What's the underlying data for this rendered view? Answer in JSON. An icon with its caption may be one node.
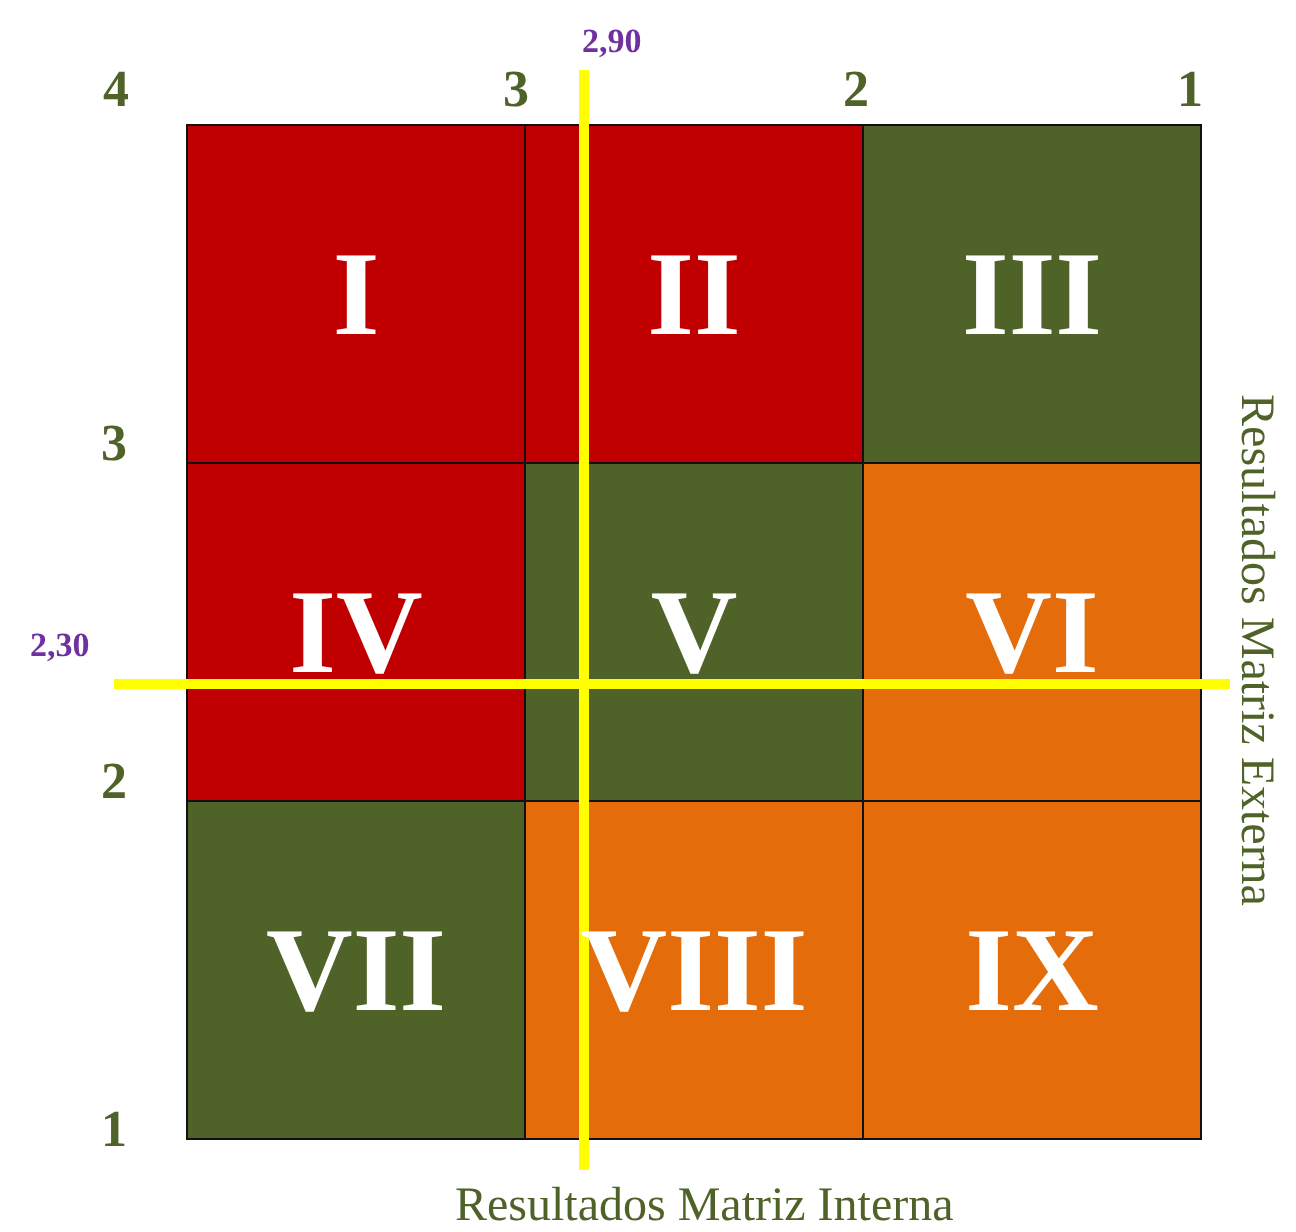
{
  "diagram": {
    "nodes": [
      {
        "text": [
          "I"
        ]
      },
      {
        "text": [
          "II"
        ]
      },
      {
        "text": [
          "III"
        ]
      },
      {
        "text": [
          "IV"
        ]
      },
      {
        "text": [
          "V"
        ]
      },
      {
        "text": [
          "VI"
        ]
      },
      {
        "text": [
          "VII"
        ]
      },
      {
        "text": [
          "VIII"
        ]
      },
      {
        "text": [
          "IX"
        ]
      }
    ],
    "labels": [
      "2,90",
      "4",
      "3",
      "2",
      "1",
      "3",
      "2,30",
      "2",
      "1",
      "Resultados Matriz Externa",
      "Resultados Matriz Interna"
    ]
  }
}
